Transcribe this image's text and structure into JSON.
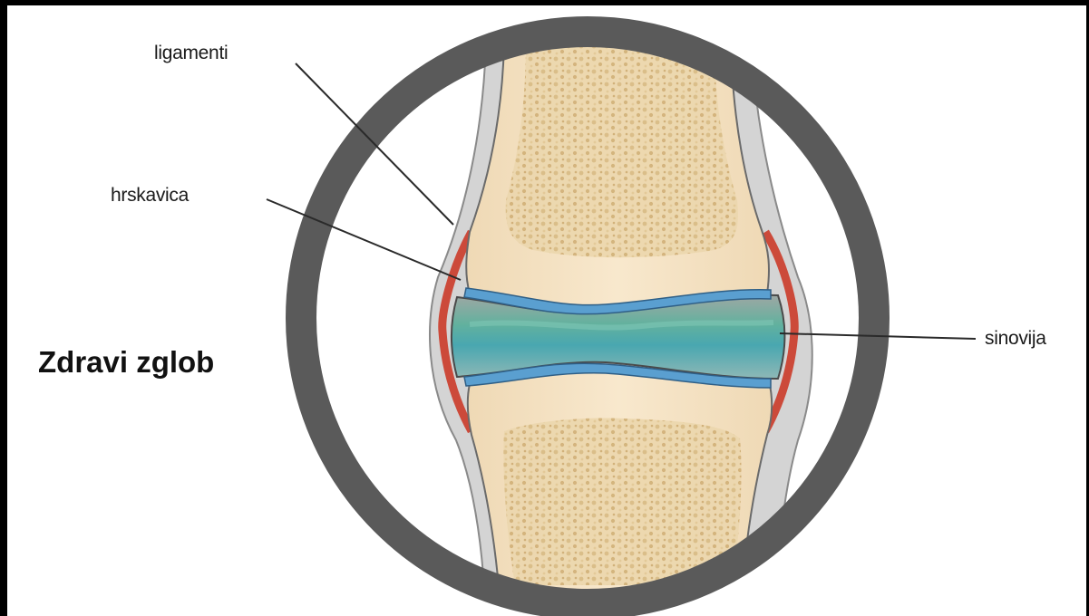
{
  "labels": {
    "ligamenti": "ligamenti",
    "hrskavica": "hrskavica",
    "sinovija": "sinovija",
    "title": "Zdravi zglob"
  },
  "colors": {
    "background": "#ffffff",
    "frame": "#000000",
    "ring": "#5a5a5a",
    "bone": "#f4e2c4",
    "spongy_bone": "#e9d3a6",
    "cartilage": "#5a9fd0",
    "synovial_fluid": "#5fb7a9",
    "ligament": "#cc4a3a",
    "capsule": "#c9c9c9"
  },
  "icons": [
    "joint-illustration"
  ]
}
